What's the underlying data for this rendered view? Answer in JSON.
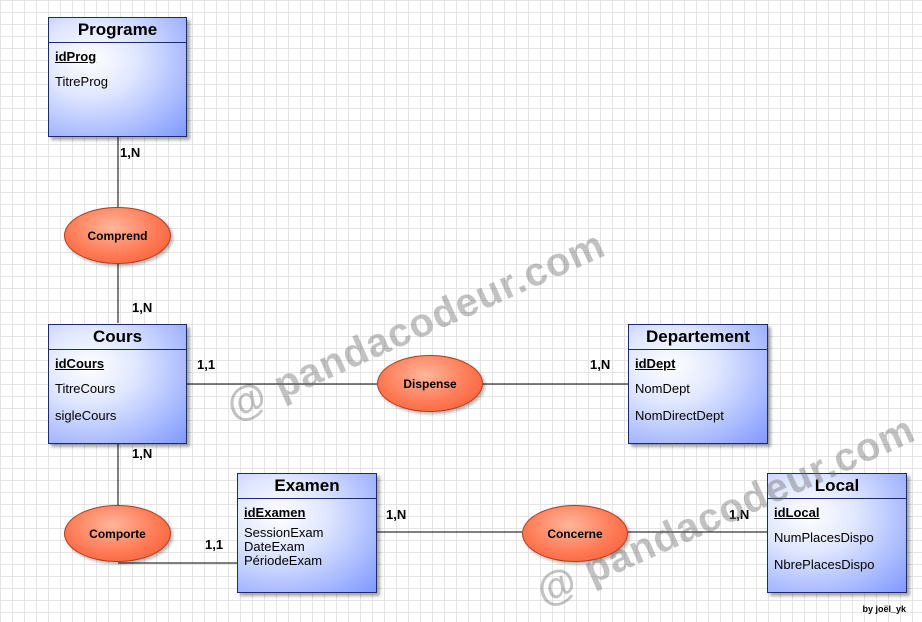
{
  "entities": {
    "programe": {
      "title": "Programe",
      "key": "idProg",
      "attrs": [
        "TitreProg"
      ]
    },
    "cours": {
      "title": "Cours",
      "key": "idCours",
      "attrs": [
        "TitreCours",
        "sigleCours"
      ]
    },
    "departement": {
      "title": "Departement",
      "key": "idDept",
      "attrs": [
        "NomDept",
        "NomDirectDept"
      ]
    },
    "examen": {
      "title": "Examen",
      "key": "idExamen",
      "attrs": [
        "SessionExam",
        "DateExam",
        "PériodeExam"
      ]
    },
    "local": {
      "title": "Local",
      "key": "idLocal",
      "attrs": [
        "NumPlacesDispo",
        "NbrePlacesDispo"
      ]
    }
  },
  "relations": {
    "comprend": "Comprend",
    "dispense": "Dispense",
    "comporte": "Comporte",
    "concerne": "Concerne"
  },
  "cardinalities": {
    "programe_comprend": "1,N",
    "cours_comprend": "1,N",
    "cours_dispense": "1,1",
    "departement_dispense": "1,N",
    "cours_comporte": "1,N",
    "examen_comporte": "1,1",
    "examen_concerne": "1,N",
    "local_concerne": "1,N"
  },
  "watermark": "@ pandacodeur.com",
  "credit": "by joël_yk"
}
